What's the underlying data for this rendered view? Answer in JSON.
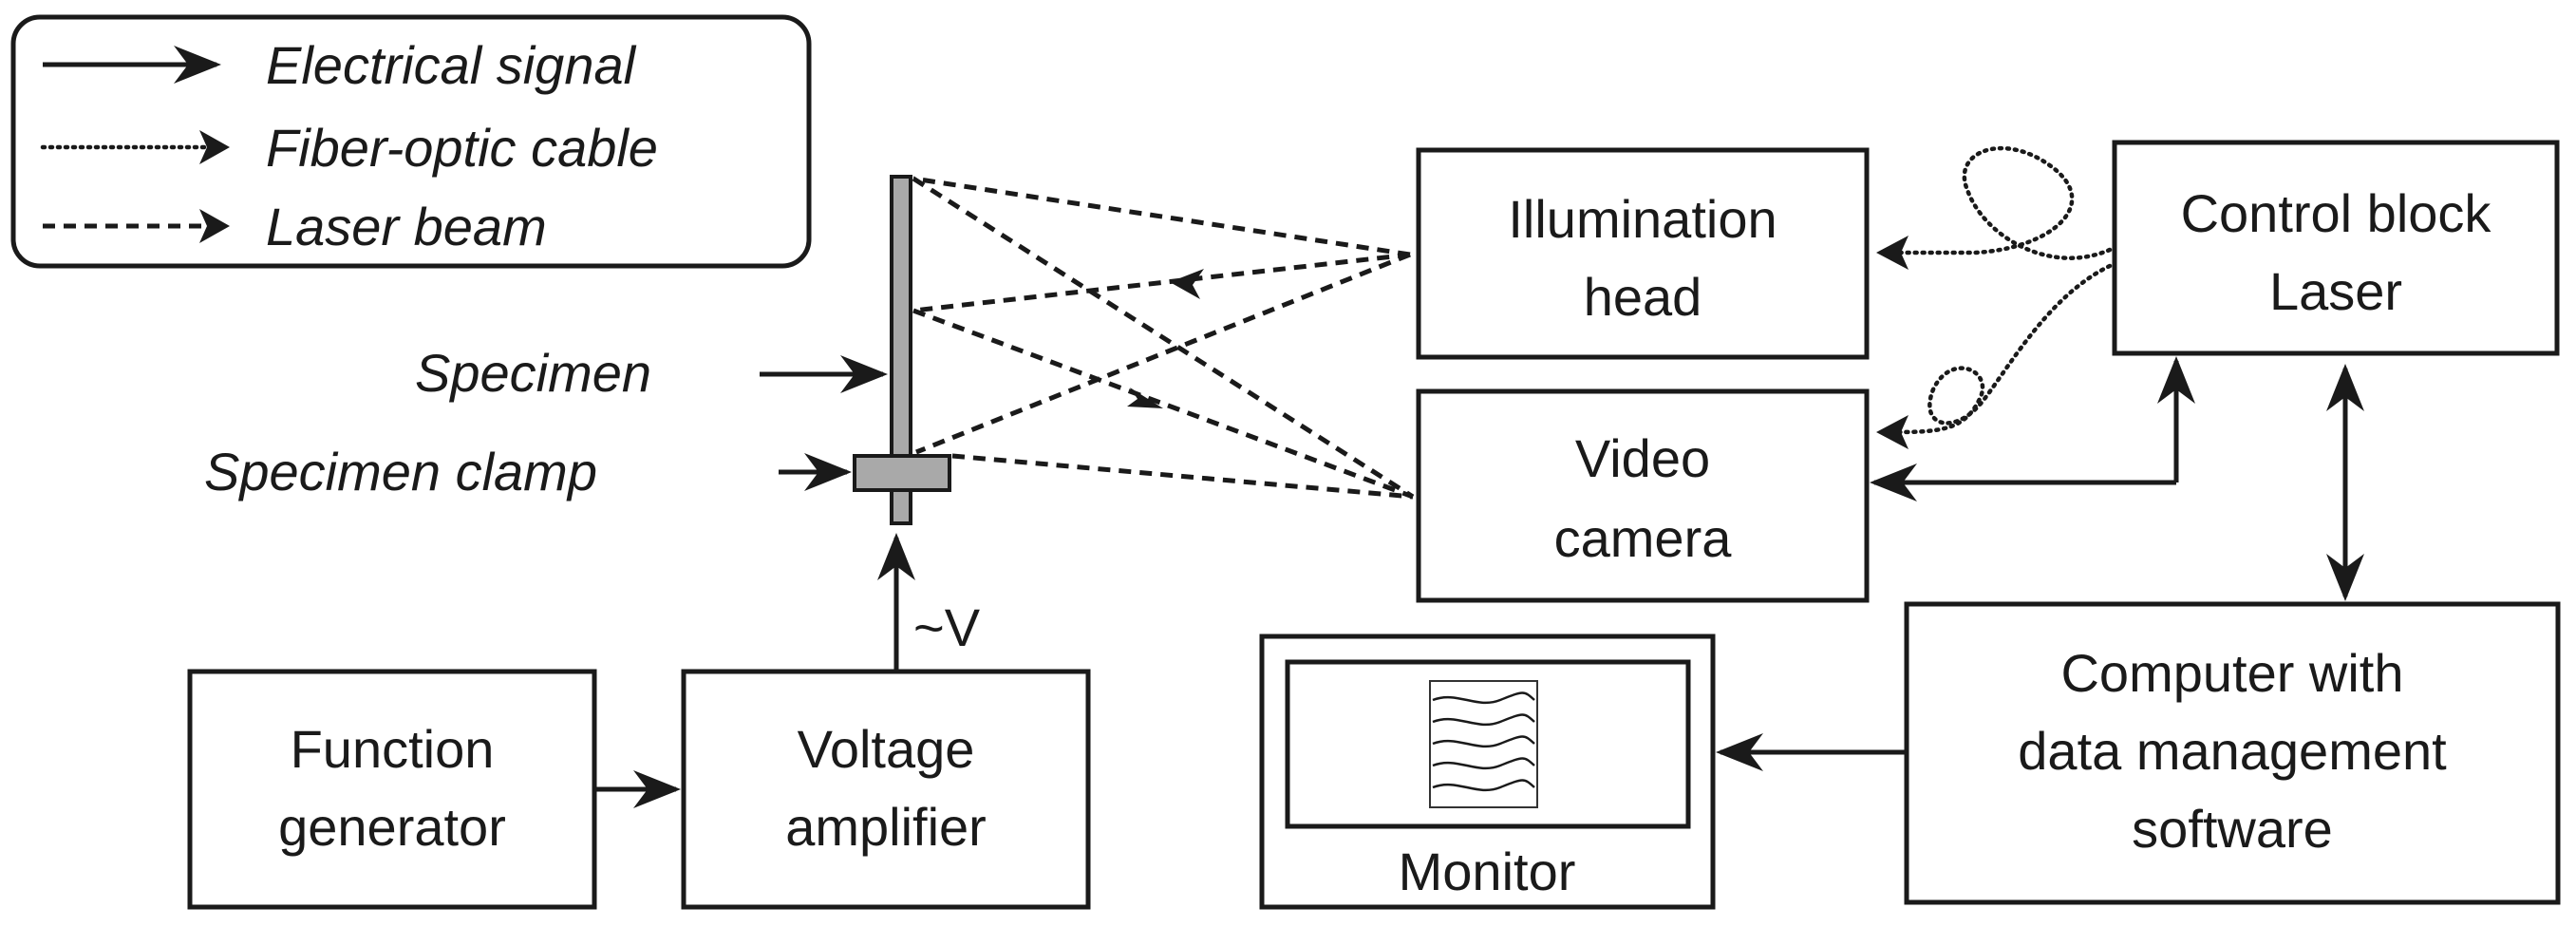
{
  "legend": {
    "electrical_signal": "Electrical signal",
    "fiber_optic_cable": "Fiber-optic cable",
    "laser_beam": "Laser beam"
  },
  "labels": {
    "specimen": "Specimen",
    "specimen_clamp": "Specimen clamp",
    "voltage": "~V"
  },
  "boxes": {
    "illumination_head": [
      "Illumination",
      "head"
    ],
    "control_block": [
      "Control block",
      "Laser"
    ],
    "video_camera": [
      "Video",
      "camera"
    ],
    "function_generator": [
      "Function",
      "generator"
    ],
    "voltage_amplifier": [
      "Voltage",
      "amplifier"
    ],
    "computer": [
      "Computer with",
      "data management",
      "software"
    ],
    "monitor": "Monitor"
  },
  "colors": {
    "line": "#1a1a1a",
    "specimen_fill": "#a9a9a9",
    "background": "#ffffff"
  }
}
